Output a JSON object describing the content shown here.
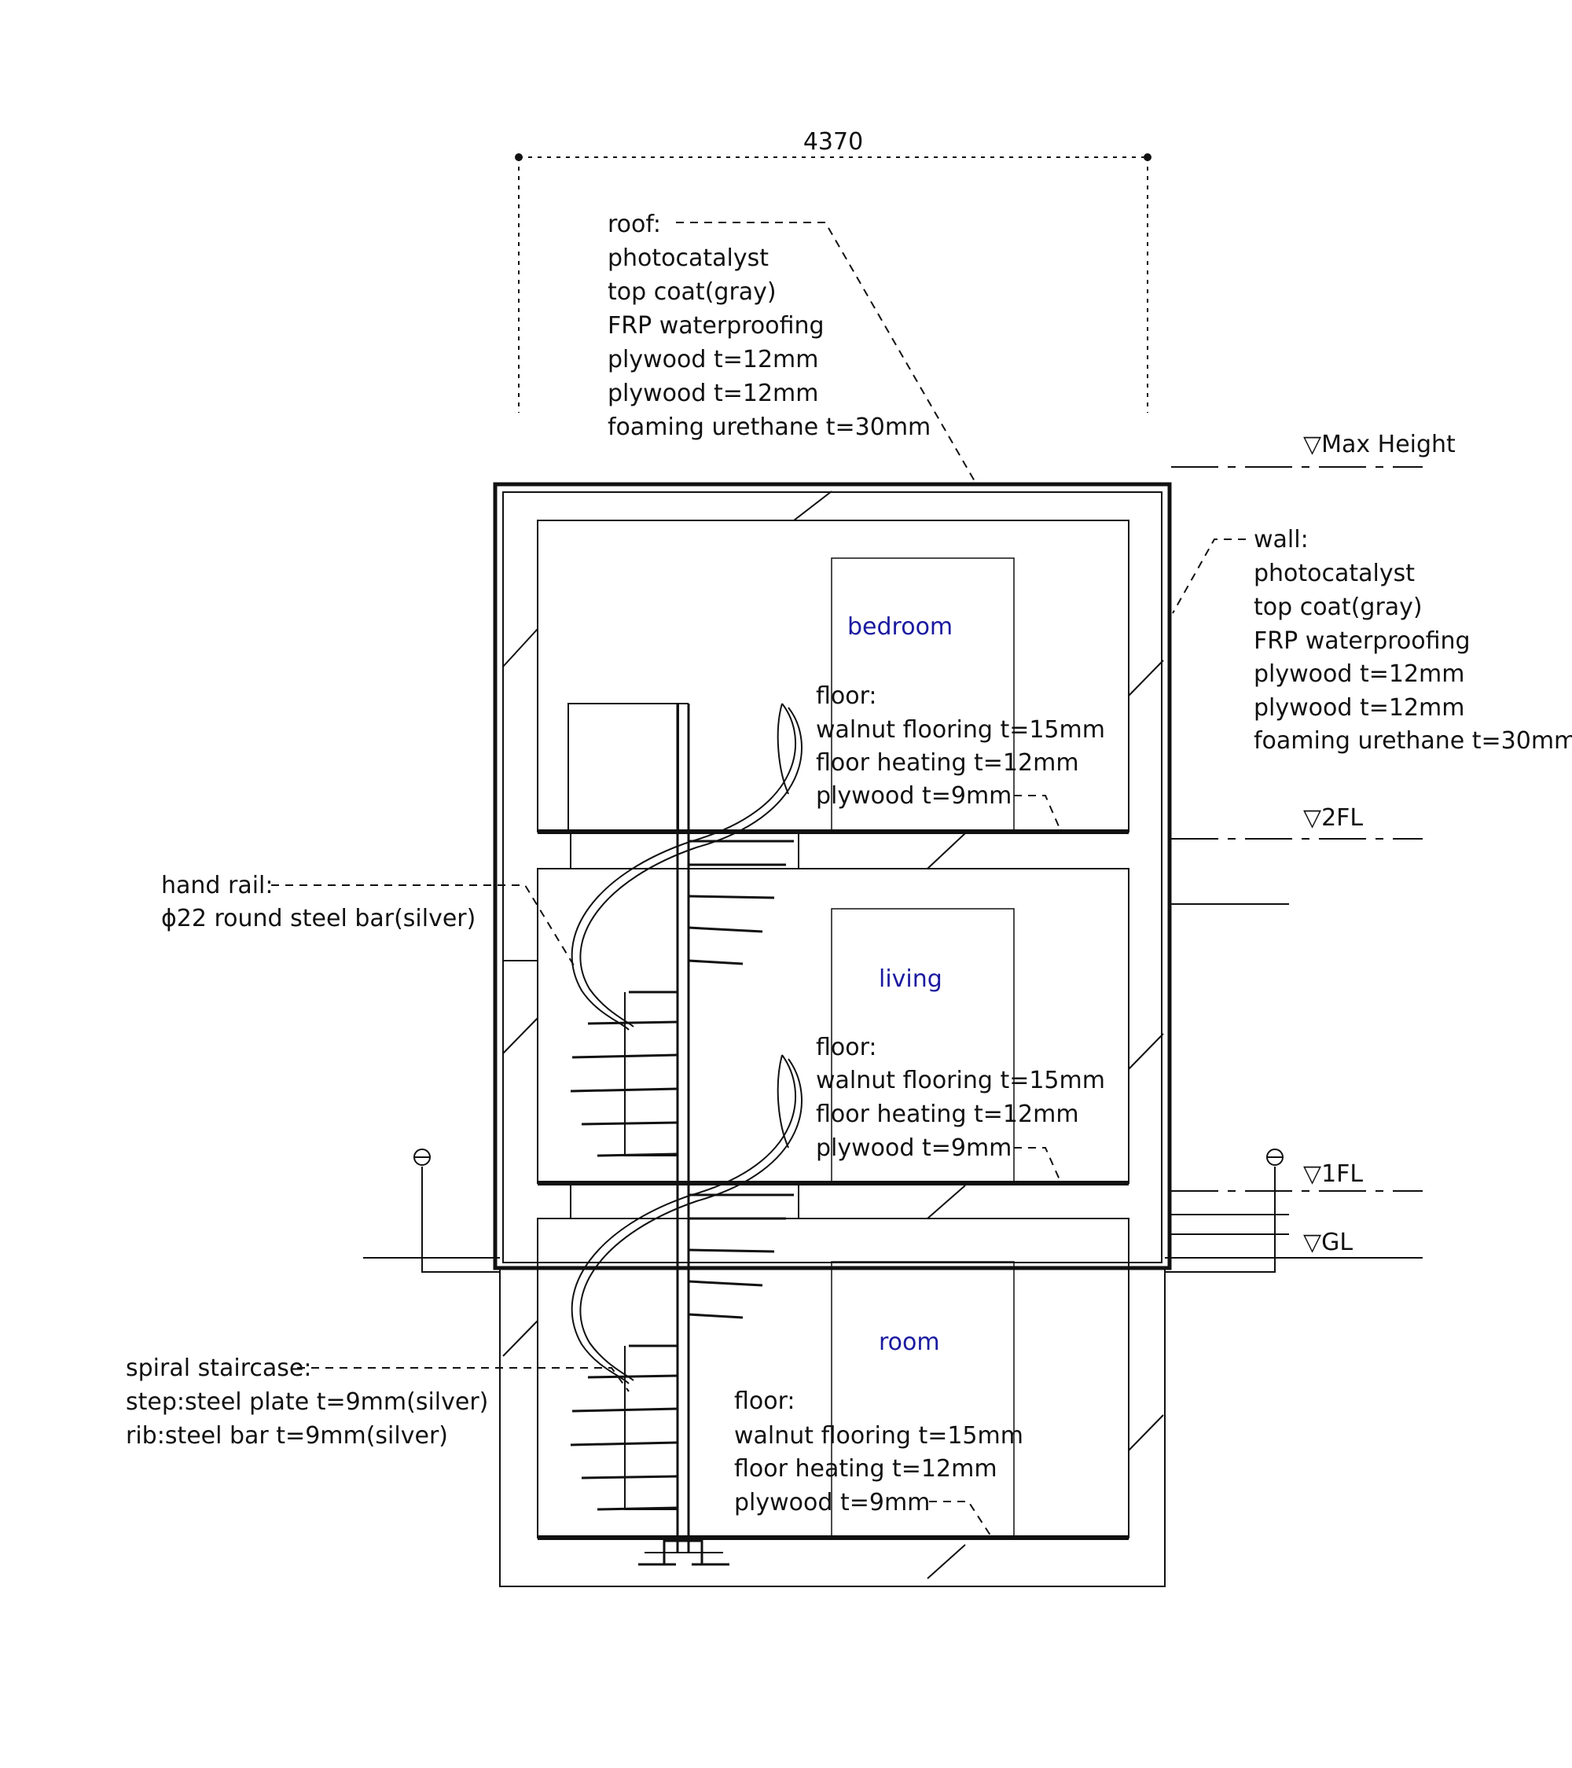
{
  "dimension": {
    "width_label": "4370"
  },
  "roof_note": {
    "lines": [
      "roof:",
      "photocatalyst",
      "top coat(gray)",
      "FRP waterproofing",
      "plywood t=12mm",
      "plywood t=12mm",
      "foaming urethane t=30mm"
    ]
  },
  "wall_note": {
    "lines": [
      "wall:",
      "photocatalyst",
      "top coat(gray)",
      "FRP waterproofing",
      "plywood t=12mm",
      "plywood t=12mm",
      "foaming urethane t=30mm"
    ]
  },
  "levels": {
    "max_height": "▽Max Height",
    "fl2": "▽2FL",
    "fl1": "▽1FL",
    "gl": "▽GL"
  },
  "rooms": [
    {
      "name": "bedroom",
      "floor_lines": [
        "floor:",
        "walnut flooring t=15mm",
        "floor heating t=12mm",
        "plywood t=9mm"
      ]
    },
    {
      "name": "living",
      "floor_lines": [
        "floor:",
        "walnut flooring t=15mm",
        "floor heating t=12mm",
        "plywood t=9mm"
      ]
    },
    {
      "name": "room",
      "floor_lines": [
        "floor:",
        "walnut flooring t=15mm",
        "floor heating t=12mm",
        "plywood t=9mm"
      ]
    }
  ],
  "handrail_note": {
    "lines": [
      "hand rail:",
      "ϕ22 round steel bar(silver)"
    ]
  },
  "staircase_note": {
    "lines": [
      "spiral staircase:",
      "step:steel plate t=9mm(silver)",
      "rib:steel bar t=9mm(silver)"
    ]
  }
}
